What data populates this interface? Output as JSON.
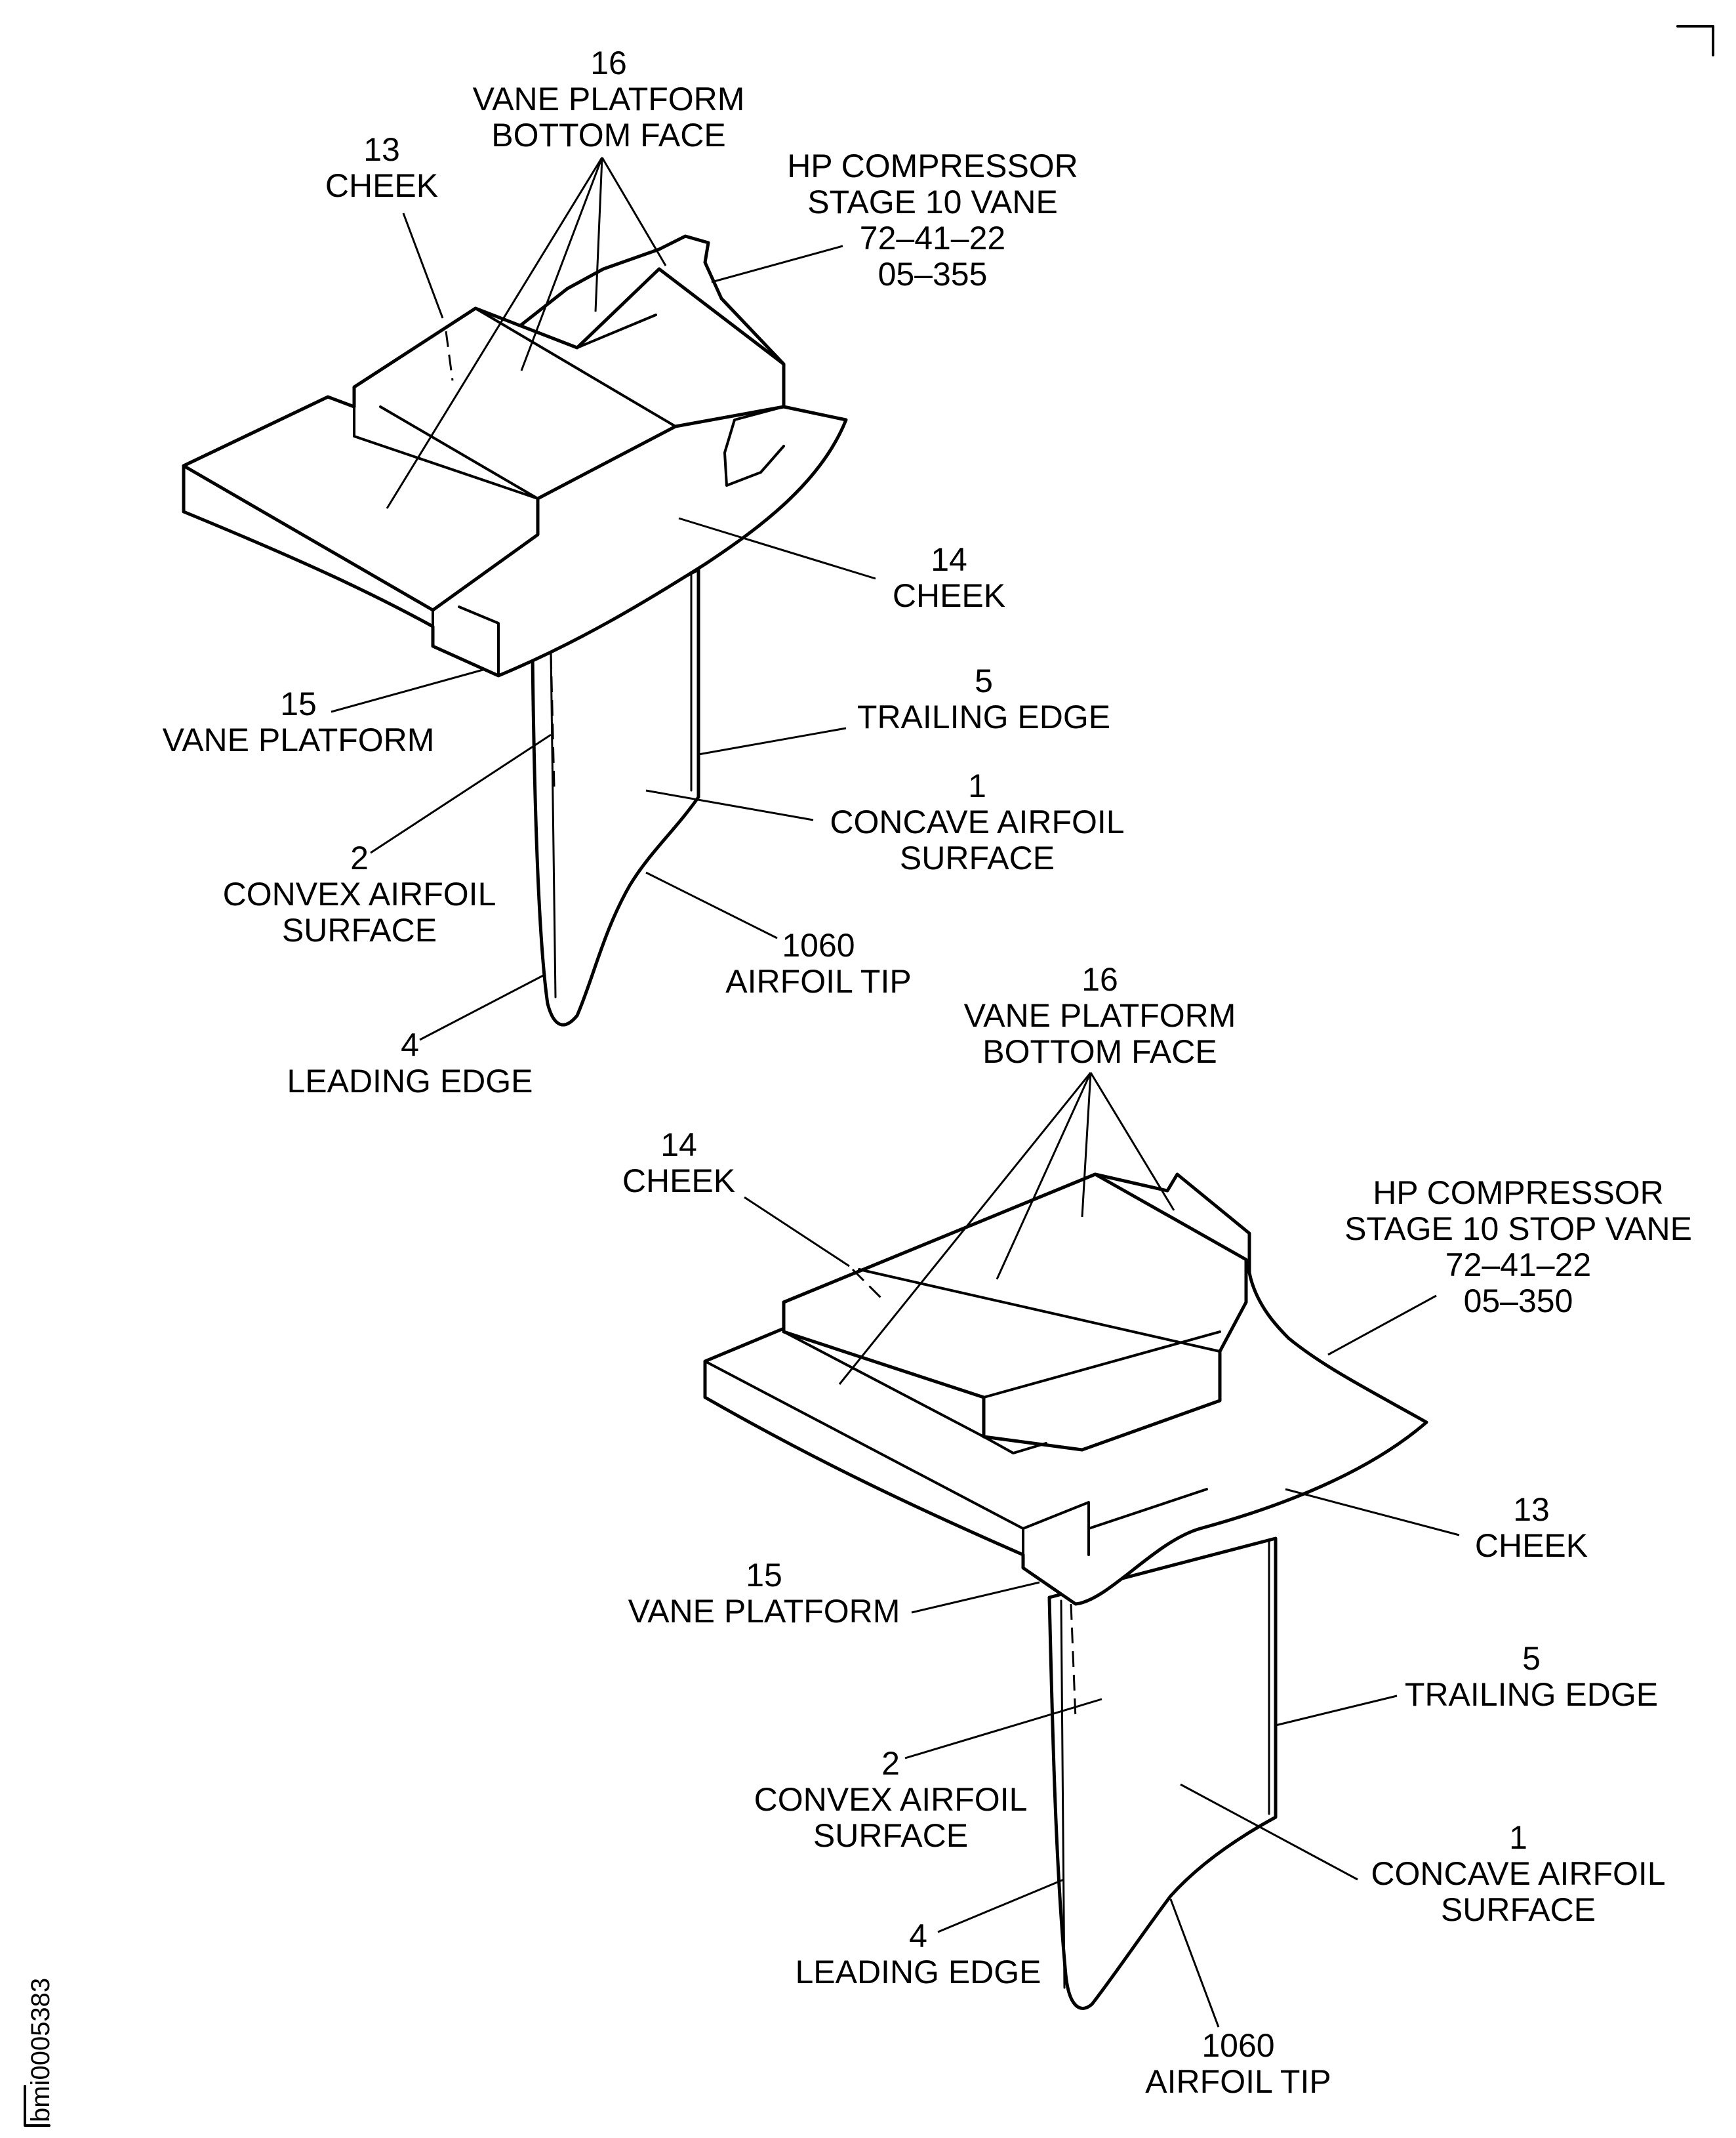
{
  "figure_id": "bmi0005383",
  "vane_top": {
    "title": [
      "HP COMPRESSOR",
      "STAGE 10 VANE",
      "72–41–22",
      "05–355"
    ],
    "labels": {
      "platform_bottom_face": [
        "16",
        "VANE PLATFORM",
        "BOTTOM FACE"
      ],
      "cheek_13": [
        "13",
        "CHEEK"
      ],
      "cheek_14": [
        "14",
        "CHEEK"
      ],
      "vane_platform": [
        "15",
        "VANE PLATFORM"
      ],
      "trailing_edge": [
        "5",
        "TRAILING EDGE"
      ],
      "concave_surface": [
        "1",
        "CONCAVE AIRFOIL",
        "SURFACE"
      ],
      "convex_surface": [
        "2",
        "CONVEX AIRFOIL",
        "SURFACE"
      ],
      "airfoil_tip": [
        "1060",
        "AIRFOIL TIP"
      ],
      "leading_edge": [
        "4",
        "LEADING EDGE"
      ]
    }
  },
  "vane_bottom": {
    "title": [
      "HP COMPRESSOR",
      "STAGE 10 STOP VANE",
      "72–41–22",
      "05–350"
    ],
    "labels": {
      "platform_bottom_face": [
        "16",
        "VANE PLATFORM",
        "BOTTOM FACE"
      ],
      "cheek_14": [
        "14",
        "CHEEK"
      ],
      "cheek_13": [
        "13",
        "CHEEK"
      ],
      "vane_platform": [
        "15",
        "VANE PLATFORM"
      ],
      "trailing_edge": [
        "5",
        "TRAILING EDGE"
      ],
      "convex_surface": [
        "2",
        "CONVEX AIRFOIL",
        "SURFACE"
      ],
      "concave_surface": [
        "1",
        "CONCAVE AIRFOIL",
        "SURFACE"
      ],
      "leading_edge": [
        "4",
        "LEADING EDGE"
      ],
      "airfoil_tip": [
        "1060",
        "AIRFOIL TIP"
      ]
    }
  }
}
